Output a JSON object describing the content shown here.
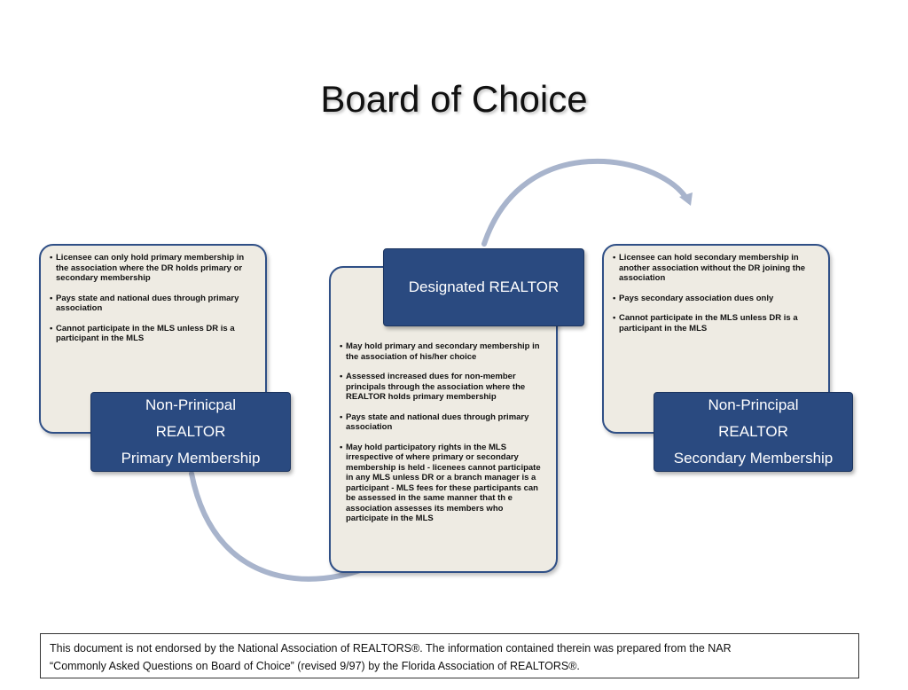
{
  "title": "Board of Choice",
  "colors": {
    "card_fill": "#eeebe3",
    "card_border": "#2f4f86",
    "label_fill": "#2a4a80",
    "label_text": "#ffffff",
    "arrow": "#a8b4cc"
  },
  "left_card": {
    "bullets": [
      "Licensee can only hold primary membership in the association where the DR holds primary or secondary membership",
      "Pays state and national dues through primary association",
      "Cannot participate in the MLS unless DR is a participant in the MLS"
    ],
    "label": [
      "Non-Prinicpal",
      "REALTOR",
      "Primary Membership"
    ]
  },
  "center_card": {
    "label": "Designated REALTOR",
    "bullets": [
      "May hold primary and secondary membership in the association of his/her choice",
      "Assessed increased dues for non-member principals through the association where the REALTOR holds primary membership",
      "Pays state and national dues through primary association",
      "May hold participatory rights in the MLS irrespective of where primary or secondary membership is held - licenees cannot participate in any MLS unless DR or a branch manager is a participant  - MLS fees for these participants can be assessed in the same manner that th e association  assesses its members who participate in the MLS"
    ]
  },
  "right_card": {
    "bullets": [
      "Licensee can hold secondary membership in another association without the DR joining the association",
      "Pays  secondary association dues only",
      "Cannot participate in the MLS unless DR  is a participant in the MLS"
    ],
    "label": [
      "Non-Principal",
      "REALTOR",
      "Secondary Membership"
    ]
  },
  "disclaimer": {
    "line1": "This document is not endorsed by the National Association of REALTORS®.  The information contained therein was prepared from the NAR",
    "line2": "“Commonly Asked Questions on Board of Choice” (revised 9/97) by the Florida Association of REALTORS®."
  }
}
